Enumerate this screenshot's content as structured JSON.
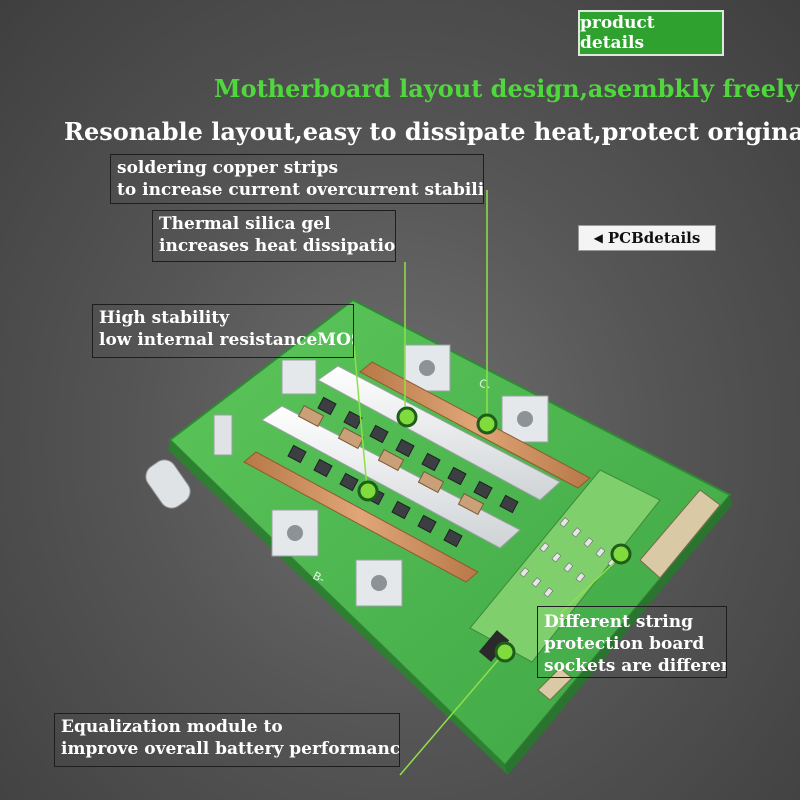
{
  "header": {
    "tab_label": "product details",
    "headline_green": "Motherboard layout design,asembkly freely",
    "headline_white": "Resonable layout,easy to dissipate heat,protect originals"
  },
  "callouts": {
    "copper": [
      "soldering copper strips",
      "to increase current overcurrent stability"
    ],
    "silica": [
      "Thermal silica gel",
      "increases heat dissipation"
    ],
    "mos": [
      "High stability",
      "low internal resistanceMOS"
    ],
    "sockets": [
      "Different string",
      "protection board",
      "sockets are different"
    ],
    "equalization": [
      "Equalization module to",
      "improve overall battery performance"
    ]
  },
  "pcb_tag": {
    "arrow_icon": "triangle-left",
    "label": "PCBdetails"
  },
  "board": {
    "silkscreen": [
      "B-",
      "C-"
    ],
    "colors": {
      "pcb": "#46b64a",
      "marker": "#7fdc3c",
      "copper": "#c98a55",
      "pads": "#d7dde0"
    }
  }
}
